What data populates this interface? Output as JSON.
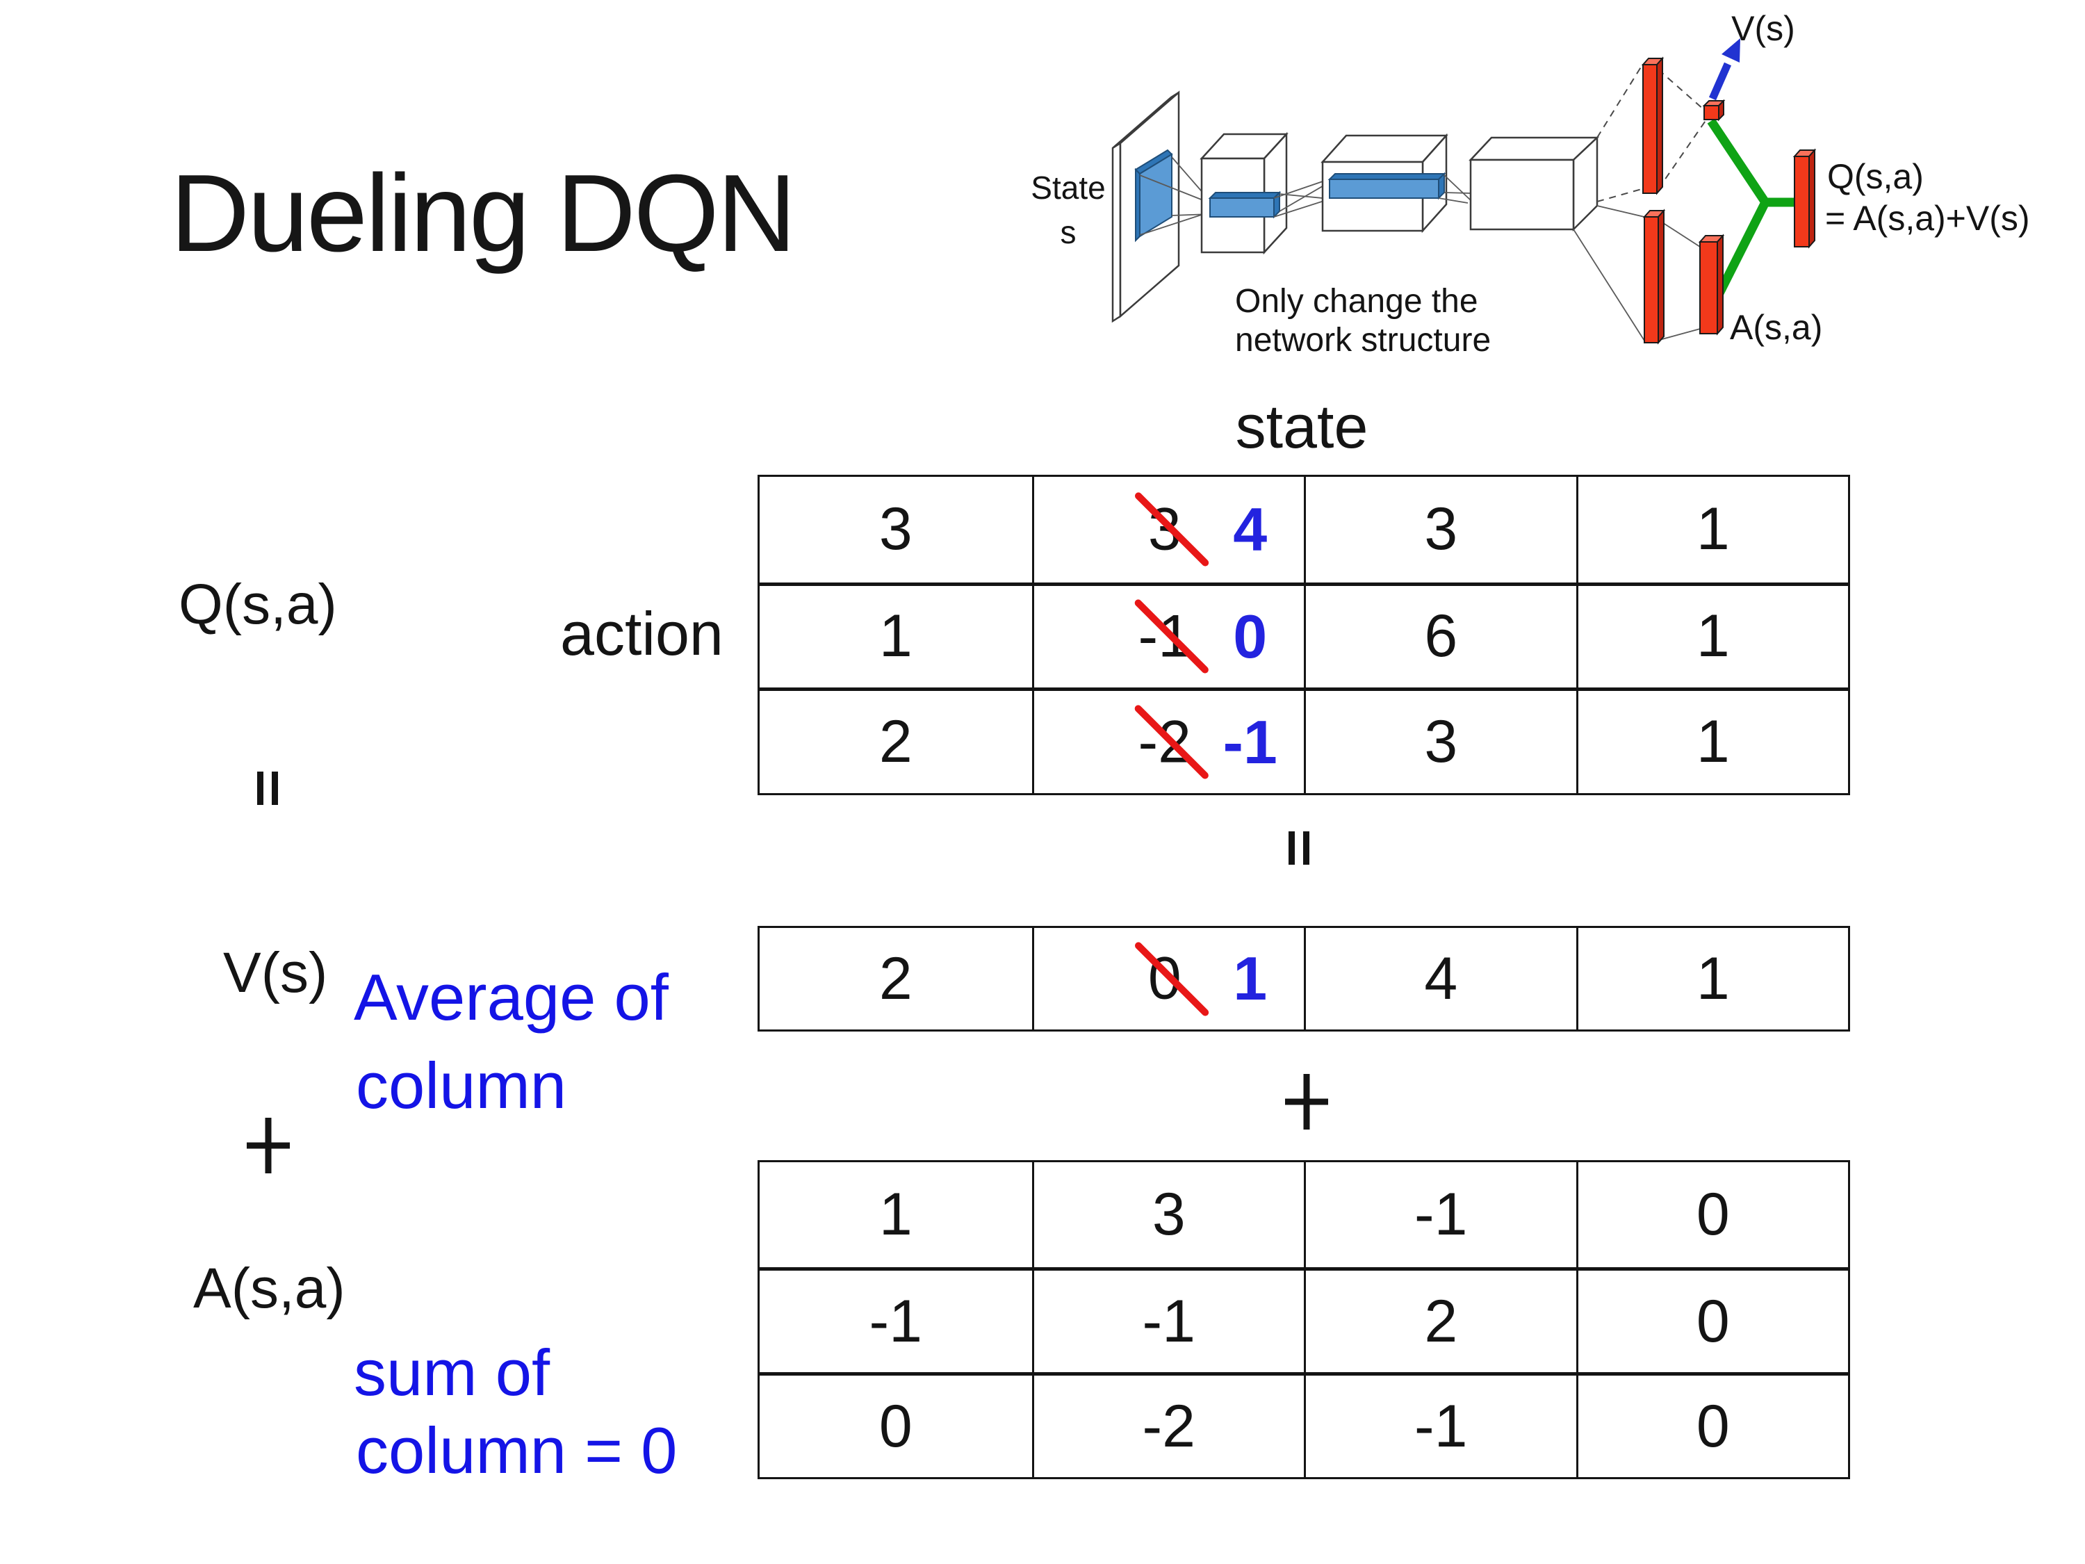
{
  "slide": {
    "title": "Dueling DQN",
    "state_axis_label": "state",
    "action_axis_label": "action",
    "q_matrix_label": "Q(s,a)",
    "v_label": "V(s)",
    "a_label": "A(s,a)",
    "equals_symbol": "=",
    "plus_symbol": "+",
    "average_note": [
      "Average of",
      "column"
    ],
    "sum_note": [
      "sum of",
      "column = 0"
    ]
  },
  "diagram": {
    "input_label": [
      "State",
      "s"
    ],
    "note": [
      "Only change the",
      "network structure"
    ],
    "value_output_label": "V(s)",
    "advantage_output_label": "A(s,a)",
    "q_output_label": [
      "Q(s,a)",
      "= A(s,a)+V(s)"
    ]
  },
  "q_table": {
    "rows": [
      [
        "3",
        {
          "old": "3",
          "new": "4"
        },
        "3",
        "1"
      ],
      [
        "1",
        {
          "old": "-1",
          "new": "0"
        },
        "6",
        "1"
      ],
      [
        "2",
        {
          "old": "-2",
          "new": "-1"
        },
        "3",
        "1"
      ]
    ]
  },
  "v_table": {
    "rows": [
      [
        "2",
        {
          "old": "0",
          "new": "1"
        },
        "4",
        "1"
      ]
    ]
  },
  "a_table": {
    "rows": [
      [
        "1",
        "3",
        "-1",
        "0"
      ],
      [
        "-1",
        "-1",
        "2",
        "0"
      ],
      [
        "0",
        "-2",
        "-1",
        "0"
      ]
    ]
  },
  "colors": {
    "annotation_blue": "#1414e6",
    "correction_blue": "#2323df",
    "strike_red": "#e81717",
    "layer_red": "#f2391b",
    "link_green": "#0fa315",
    "conv_blue": "#5b9bd5"
  }
}
